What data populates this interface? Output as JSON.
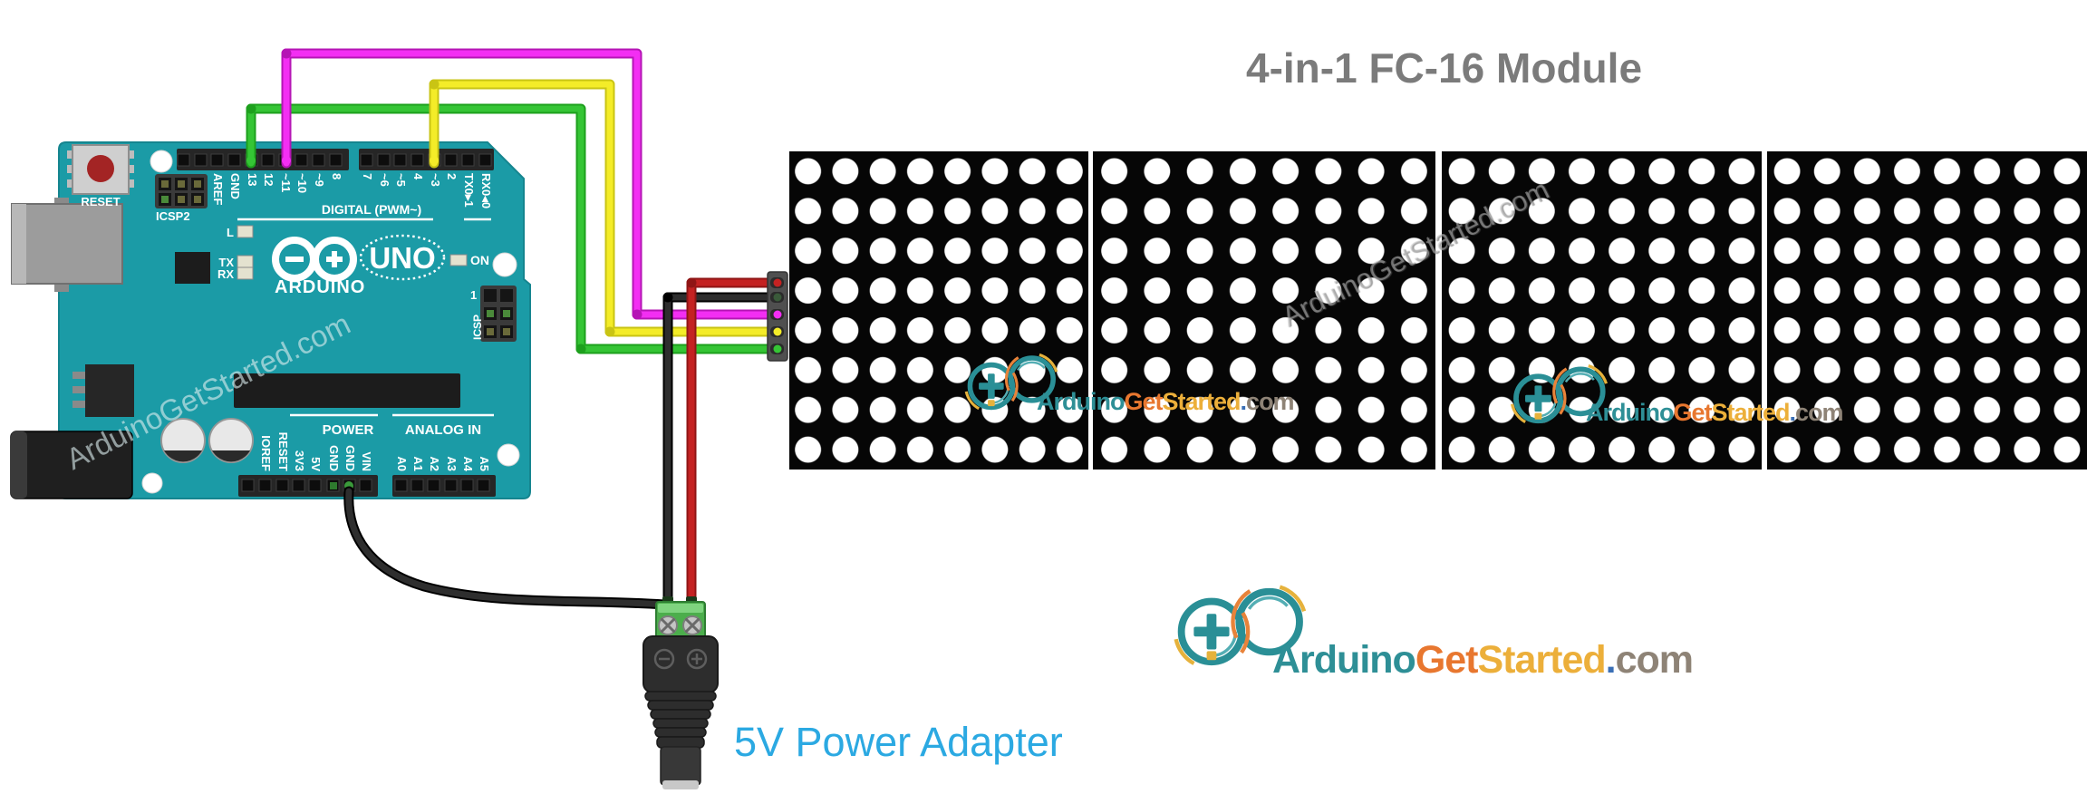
{
  "header": {
    "title": "4-in-1 FC-16 Module"
  },
  "labels": {
    "power_adapter": "5V Power Adapter"
  },
  "watermark": {
    "full": "ArduinoGetStarted.com",
    "arduino": "Arduino",
    "get": "Get",
    "started": "Started",
    "dot": ".",
    "com": "com"
  },
  "arduino": {
    "brand": "ARDUINO",
    "model": "UNO",
    "reset": "RESET",
    "icsp2": "ICSP2",
    "icsp": "ICSP",
    "icsp_pin1": "1",
    "digital_section": "DIGITAL (PWM~)",
    "power_section": "POWER",
    "analog_section": "ANALOG IN",
    "on": "ON",
    "led_l": "L",
    "led_tx": "TX",
    "led_rx": "RX",
    "digital_pins_left": [
      "AREF",
      "GND",
      "13",
      "12",
      "~11",
      "~10",
      "~9",
      "8"
    ],
    "digital_pins_right": [
      "7",
      "~6",
      "~5",
      "4",
      "~3",
      "2",
      "TX0▸1",
      "RX0◂0"
    ],
    "power_pins": [
      "IOREF",
      "RESET",
      "3V3",
      "5V",
      "GND",
      "GND",
      "VIN"
    ],
    "analog_pins": [
      "A0",
      "A1",
      "A2",
      "A3",
      "A4",
      "A5"
    ]
  },
  "matrix": {
    "modules": 4,
    "rows": 8,
    "cols": 8
  },
  "adapter": {
    "minus": "−",
    "plus": "+"
  },
  "wires": [
    {
      "name": "data-wire-pin11",
      "color": "magenta",
      "hex": "#f32ef3"
    },
    {
      "name": "cs-wire-pin3",
      "color": "yellow",
      "hex": "#f4ec28"
    },
    {
      "name": "clk-wire-pin13",
      "color": "green",
      "hex": "#35c535"
    },
    {
      "name": "vcc-wire",
      "color": "red",
      "hex": "#c42222"
    },
    {
      "name": "gnd-wire",
      "color": "black",
      "hex": "#262626"
    },
    {
      "name": "arduino-gnd-wire",
      "color": "black",
      "hex": "#262626"
    }
  ],
  "colors": {
    "board_teal": "#1B9BA6",
    "title_gray": "#7b7b7b",
    "adapter_label_blue": "#2BA9E2",
    "logo_teal": "#2E8F96",
    "logo_orange": "#E8772F",
    "logo_amber": "#ECAF3A",
    "logo_dot_blue": "#3A6FB5",
    "logo_com_gray": "#8E8376",
    "terminal_green": "#4cae4c"
  }
}
